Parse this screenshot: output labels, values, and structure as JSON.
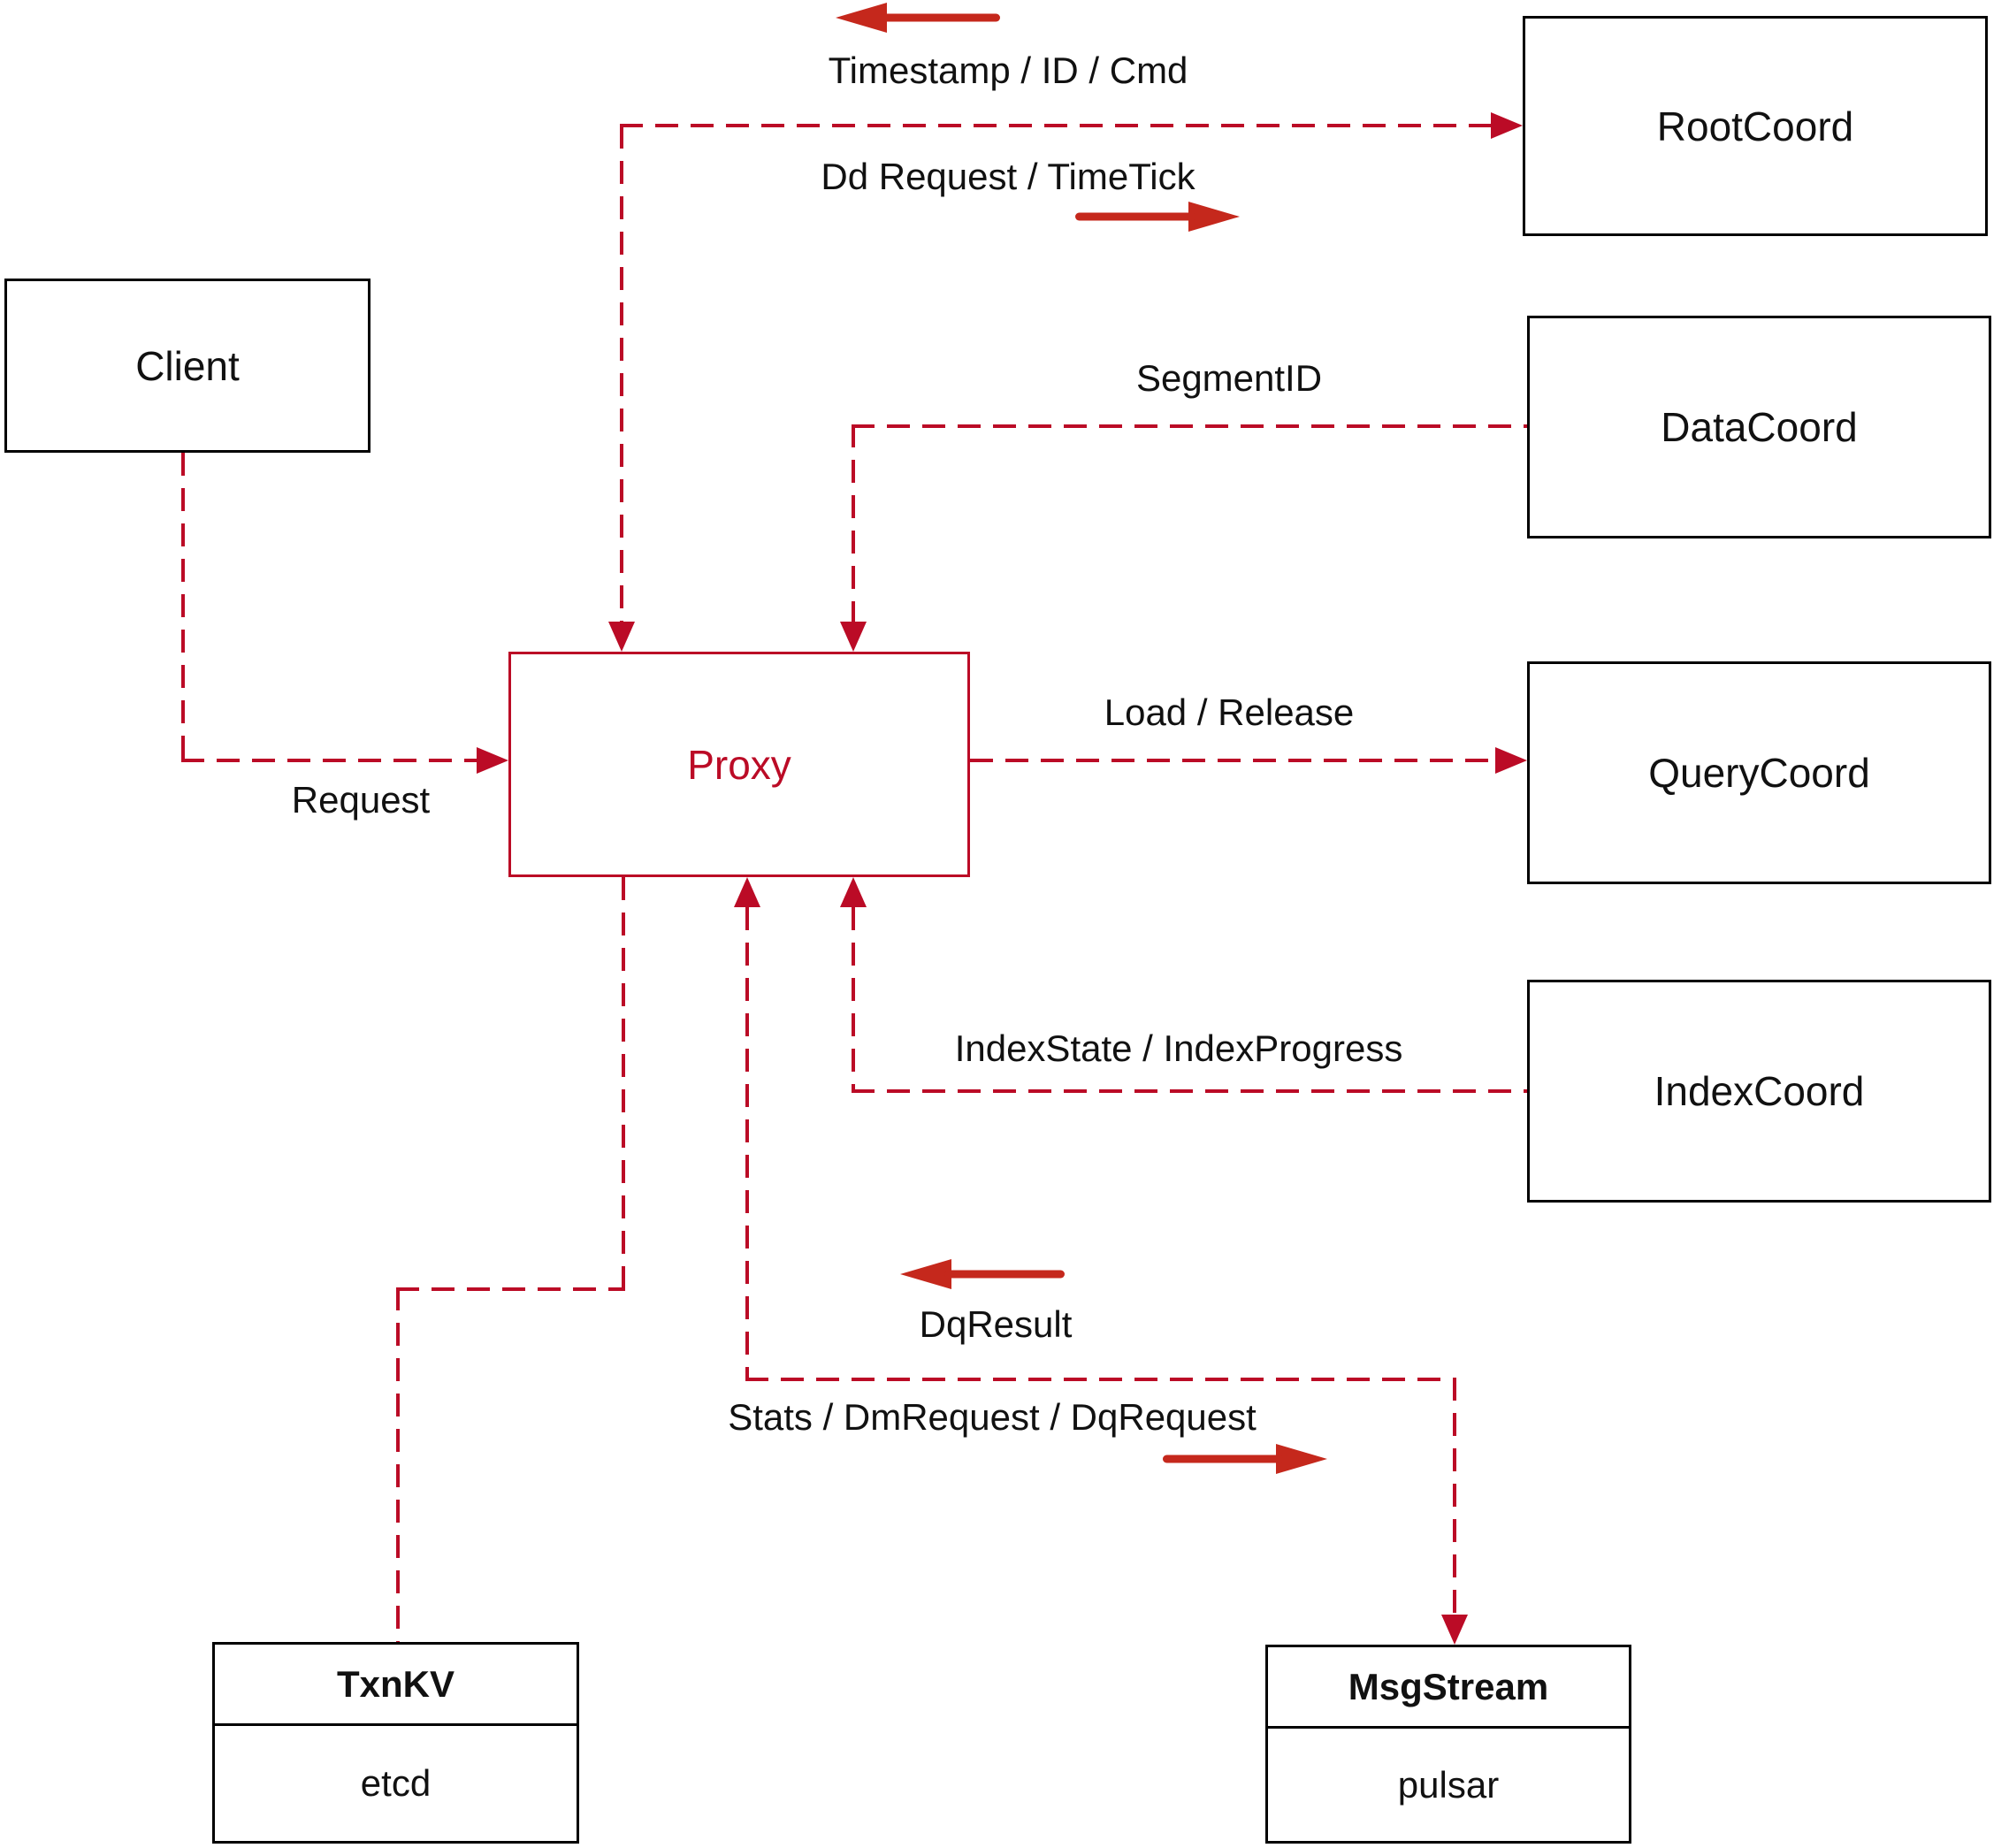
{
  "nodes": {
    "client": {
      "label": "Client"
    },
    "proxy": {
      "label": "Proxy"
    },
    "rootCoord": {
      "label": "RootCoord"
    },
    "dataCoord": {
      "label": "DataCoord"
    },
    "queryCoord": {
      "label": "QueryCoord"
    },
    "indexCoord": {
      "label": "IndexCoord"
    },
    "txnKV": {
      "label": "TxnKV",
      "impl": "etcd"
    },
    "msgStream": {
      "label": "MsgStream",
      "impl": "pulsar"
    }
  },
  "edges": {
    "clientToProxy": {
      "label": "Request"
    },
    "rootCoordToProxy": {
      "label": "Timestamp / ID / Cmd"
    },
    "proxyToRootCoord": {
      "label": "Dd Request / TimeTick"
    },
    "dataCoordToProxy": {
      "label": "SegmentID"
    },
    "proxyToQueryCoord": {
      "label": "Load / Release"
    },
    "indexCoordToProxy": {
      "label": "IndexState / IndexProgress"
    },
    "msgStreamToProxy": {
      "label": "DqResult"
    },
    "proxyToMsgStream": {
      "label": "Stats / DmRequest / DqRequest"
    }
  },
  "colors": {
    "line": "#bb0b26",
    "fat_arrow": "#c5281c",
    "border": "#000000",
    "text": "#111111",
    "background": "#ffffff"
  }
}
